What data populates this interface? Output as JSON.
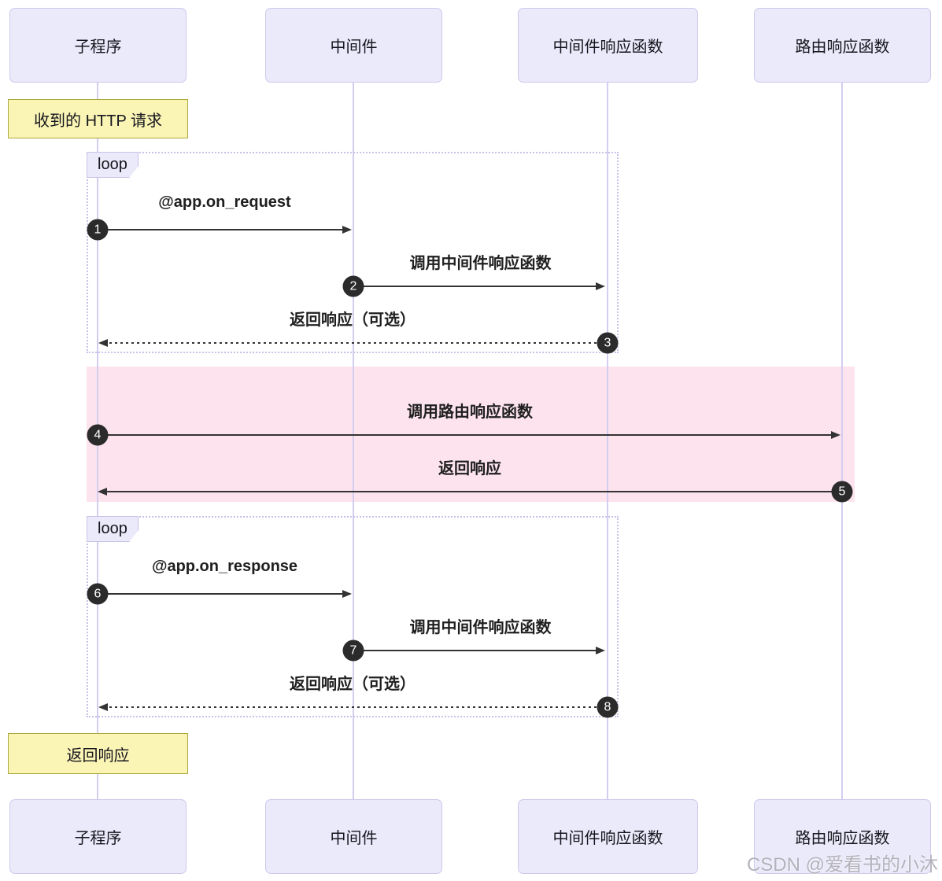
{
  "actors": [
    {
      "label": "子程序"
    },
    {
      "label": "中间件"
    },
    {
      "label": "中间件响应函数"
    },
    {
      "label": "路由响应函数"
    }
  ],
  "notes": [
    {
      "text": "收到的 HTTP 请求"
    },
    {
      "text": "返回响应"
    }
  ],
  "loops": [
    {
      "label": "loop"
    },
    {
      "label": "loop"
    }
  ],
  "messages": [
    {
      "num": "1",
      "label": "@app.on_request",
      "from": "子程序",
      "to": "中间件",
      "style": "solid"
    },
    {
      "num": "2",
      "label": "调用中间件响应函数",
      "from": "中间件",
      "to": "中间件响应函数",
      "style": "solid"
    },
    {
      "num": "3",
      "label": "返回响应（可选）",
      "from": "中间件响应函数",
      "to": "子程序",
      "style": "dashed"
    },
    {
      "num": "4",
      "label": "调用路由响应函数",
      "from": "子程序",
      "to": "路由响应函数",
      "style": "solid"
    },
    {
      "num": "5",
      "label": "返回响应",
      "from": "路由响应函数",
      "to": "子程序",
      "style": "solid"
    },
    {
      "num": "6",
      "label": "@app.on_response",
      "from": "子程序",
      "to": "中间件",
      "style": "solid"
    },
    {
      "num": "7",
      "label": "调用中间件响应函数",
      "from": "中间件",
      "to": "中间件响应函数",
      "style": "solid"
    },
    {
      "num": "8",
      "label": "返回响应（可选）",
      "from": "中间件响应函数",
      "to": "子程序",
      "style": "dashed"
    }
  ],
  "watermark": "CSDN @爱看书的小沐",
  "colors": {
    "actor_fill": "#eaeafb",
    "actor_border": "#cfc8ec",
    "lifeline": "#d3cdf0",
    "note_fill": "#faf4b5",
    "note_border": "#a9a93b",
    "highlight_pink": "#fde3ee",
    "arrow": "#333333",
    "number_circle": "#2b2b2b"
  }
}
